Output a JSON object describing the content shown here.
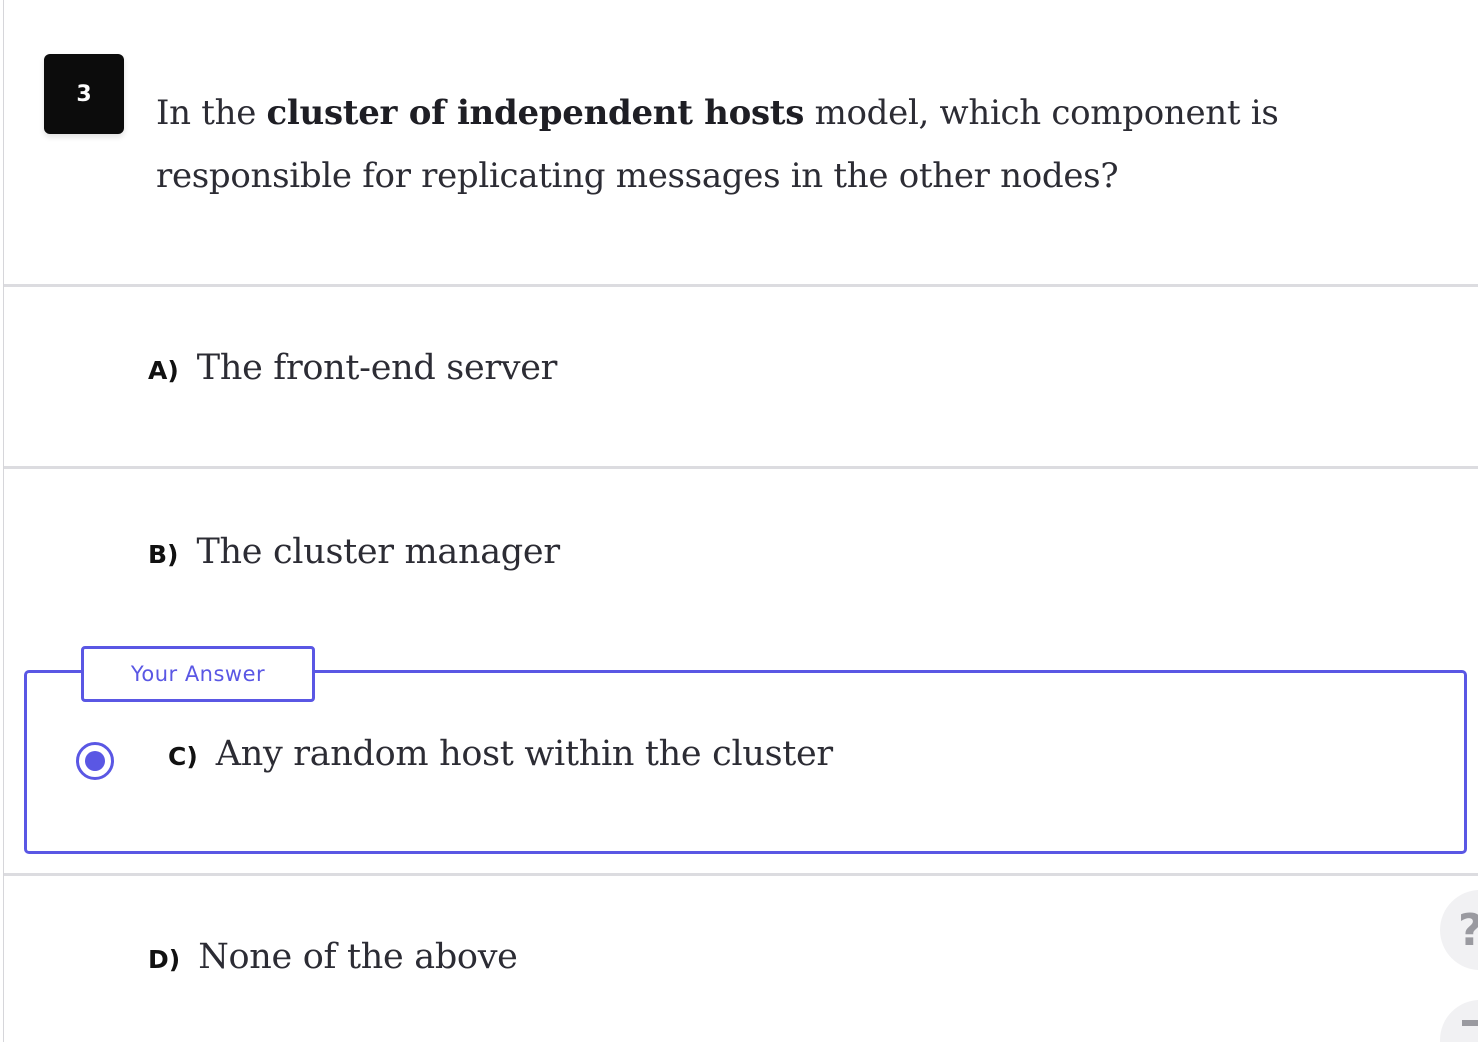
{
  "question": {
    "number": "3",
    "text_before": "In the ",
    "text_bold": "cluster of independent hosts",
    "text_after": " model, which component is responsible for replicating messages in the other nodes?"
  },
  "options": [
    {
      "letter": "A)",
      "text": "The front-end server",
      "selected": false
    },
    {
      "letter": "B)",
      "text": "The cluster manager",
      "selected": false
    },
    {
      "letter": "C)",
      "text": "Any random host within the cluster",
      "selected": true
    },
    {
      "letter": "D)",
      "text": "None of the above",
      "selected": false
    }
  ],
  "answer_label": "Your Answer",
  "help_button": {
    "icon": "question-mark-icon",
    "glyph": "?"
  },
  "colors": {
    "accent": "#5a57e4",
    "badge_bg": "#0c0c0c",
    "text": "#2c2c34",
    "divider": "#dcdce0"
  }
}
